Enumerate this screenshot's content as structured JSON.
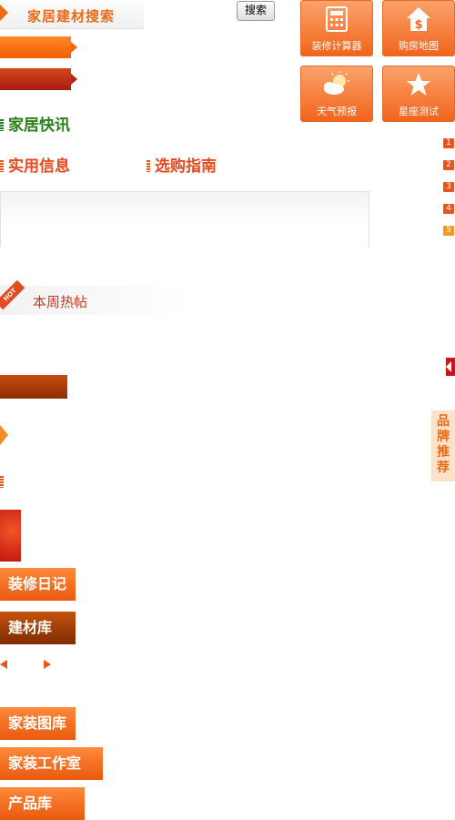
{
  "search": {
    "title": "家居建材搜索",
    "button": "搜索"
  },
  "sections": {
    "news": "家居快讯",
    "info": "实用信息",
    "guide": "选购指南"
  },
  "tools": [
    {
      "label": "装修计算器",
      "icon": "calculator-icon"
    },
    {
      "label": "购房地图",
      "icon": "house-dollar-icon"
    },
    {
      "label": "天气预报",
      "icon": "weather-icon"
    },
    {
      "label": "星座测试",
      "icon": "star-icon"
    }
  ],
  "ranks": [
    "1",
    "2",
    "3",
    "4",
    "5"
  ],
  "hot": {
    "badge": "HOT",
    "label": "本周热帖"
  },
  "brand": {
    "label": "品牌推荐"
  },
  "buttons": {
    "diary": "装修日记",
    "materials": "建材库",
    "gallery": "家装图库",
    "studio": "家装工作室",
    "products": "产品库"
  },
  "colors": {
    "accent": "#f26a0f",
    "green": "#2c7f1b",
    "red": "#e8491d"
  }
}
